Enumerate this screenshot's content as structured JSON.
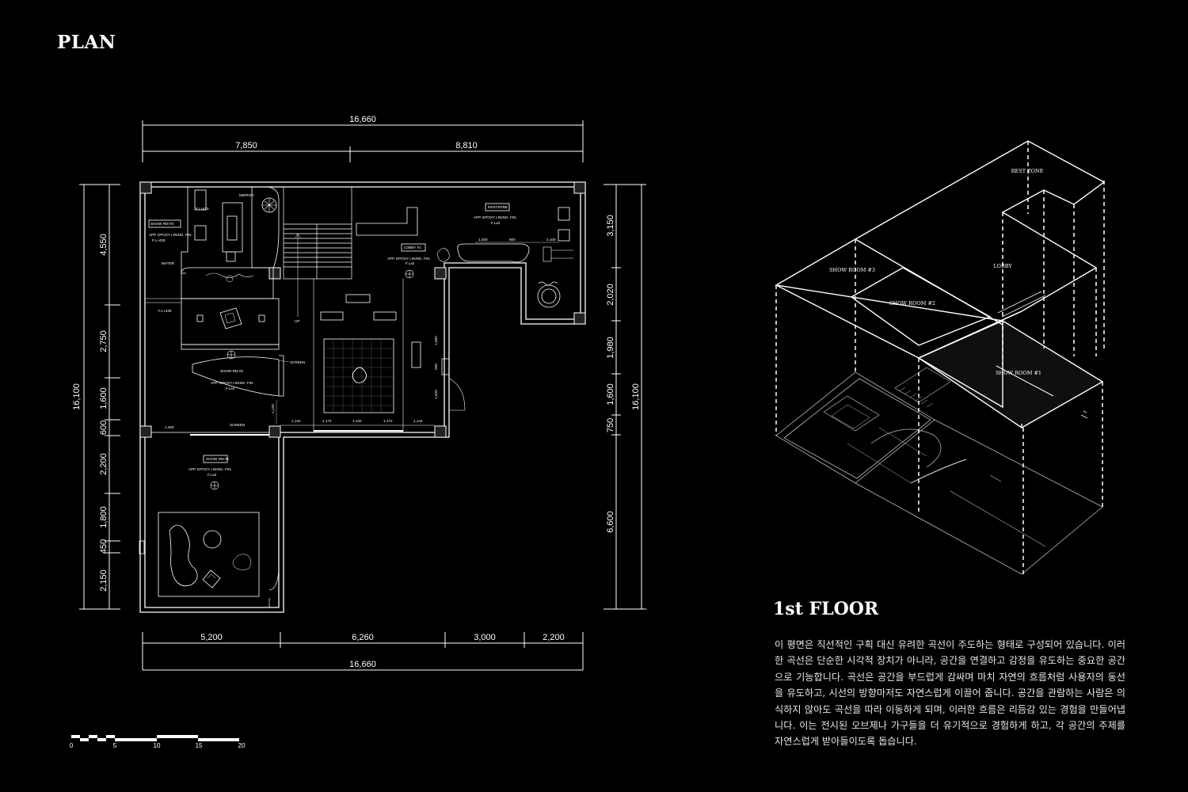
{
  "header": {
    "title": "PLAN"
  },
  "plan": {
    "dims_top_total": "16,660",
    "dims_top": [
      "7,850",
      "8,810"
    ],
    "dims_bottom": [
      "5,200",
      "6,260",
      "3,000",
      "2,200"
    ],
    "dims_bottom_total": "16,660",
    "dims_left": [
      "4,550",
      "2,750",
      "1,600",
      "600",
      "2,200",
      "1,800",
      "450",
      "2,150"
    ],
    "dims_left_total": "16,100",
    "dims_right": [
      "3,150",
      "2,020",
      "1,980",
      "1,600",
      "750",
      "6,600"
    ],
    "dims_right_total": "16,100",
    "labels": {
      "mirror": "MIRROR",
      "show_rm3": "SHOW RM #3",
      "epoxy3": "APP. EPOXY LINING. FIN.",
      "fl3": "F.L+430",
      "fl3b": "F.L+430",
      "water": "WATER",
      "fl_side": "F.L+430",
      "lobby": "LOBBY #1",
      "epoxy_lobby": "APP. EPOXY LINING. FIN.",
      "fl_lobby": "F.L±0",
      "restzone": "RESTZONE",
      "epoxy_rest": "APP. EPOXY LINING. FIN.",
      "fl_rest": "F.L±0",
      "d1400": "1,400",
      "d800": "800",
      "d2100": "2,100",
      "up": "UP",
      "show_rm2": "SHOW RM #2",
      "epoxy2": "APP. EPOXY LINING. FIN.",
      "fl2": "F.L±0",
      "screen1": "SCREEN",
      "screen2": "SCREEN",
      "d1400b": "1,400",
      "d1140": "1,140",
      "d1142a": "1,142",
      "d1172a": "1,172",
      "d1132": "1,132",
      "d1172b": "1,172",
      "d1142b": "1,142",
      "d1650": "1,650",
      "d550": "550",
      "d1620": "1,620",
      "show_rm1": "SHOW RM #1",
      "epoxy1": "APP. EPOXY LINING. FIN.",
      "fl1": "F.L±0"
    }
  },
  "scale_bar": {
    "ticks": [
      "0",
      "5",
      "10",
      "15",
      "20"
    ]
  },
  "axon": {
    "labels": {
      "rest_zone": "REST ZONE",
      "show_room_3": "SHOW ROOM #3",
      "lobby": "LOBBY",
      "show_room_2": "SHOW ROOM #2",
      "show_room_1": "SHOW ROOM #1"
    }
  },
  "floor": {
    "title": "1st FLOOR",
    "description": "이 평면은 직선적인 구획 대신 유려한 곡선이 주도하는 형태로 구성되어 있습니다. 이러한 곡선은 단순한 시각적 장치가 아니라, 공간을 연결하고 감정을 유도하는 중요한 공간으로 기능합니다. 곡선은 공간을 부드럽게 감싸며 마치 자연의 흐름처럼 사용자의 동선을 유도하고, 시선의 방향마저도 자연스럽게 이끌어 줍니다. 공간을 관람하는 사람은 의식하지 않아도 곡선을 따라 이동하게 되며, 이러한 흐름은 리듬감 있는 경험을 만들어냅니다. 이는 전시된 오브제나 가구들을 더 유기적으로 경험하게 하고, 각 공간의 주제를 자연스럽게 받아들이도록 돕습니다."
  }
}
